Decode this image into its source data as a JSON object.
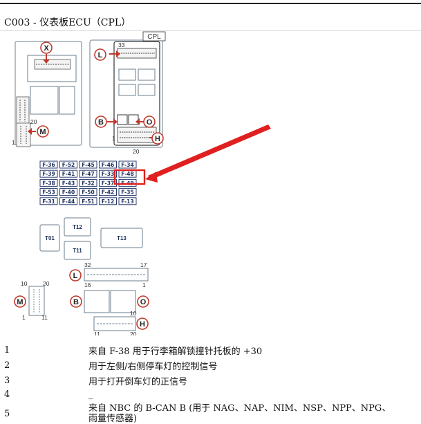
{
  "title": "C003 - 仪表板ECU（CPL）",
  "diagram": {
    "box_label": "CPL",
    "callouts": {
      "x": "X",
      "l": "L",
      "m": "M",
      "b": "B",
      "o": "O",
      "h": "H"
    },
    "pin_labels": {
      "top_33": "33",
      "left_20": "20",
      "left_1": "1",
      "h_1": "1",
      "h_20": "20",
      "l_32": "32",
      "l_17": "17",
      "l_16": "16",
      "l_1": "1",
      "m_10": "10",
      "m_20": "20",
      "m_1": "1",
      "m_11": "11",
      "h2_10": "10",
      "h2_11": "11",
      "h2_20": "20"
    },
    "fuses": [
      [
        "F-36",
        "F-52",
        "F-45",
        "F-46",
        "F-34"
      ],
      [
        "F-39",
        "F-41",
        "F-47",
        "F-33",
        "F-48"
      ],
      [
        "F-38",
        "F-43",
        "F-32",
        "F-37",
        "F-49"
      ],
      [
        "F-53",
        "F-40",
        "F-50",
        "F-42",
        "F-35"
      ],
      [
        "F-31",
        "F-44",
        "F-51",
        "F-12",
        "F-13"
      ]
    ],
    "highlighted_fuse": "F-48",
    "relays": {
      "t01": "T01",
      "t12": "T12",
      "t11": "T11",
      "t13": "T13"
    },
    "colors": {
      "highlight": "#e02020",
      "fuse_text": "#1e2f5c",
      "outline": "#6b7d8c"
    }
  },
  "pins": [
    {
      "number": "1",
      "text": "来自  F-38 用于行李箱解锁撞针托板的  +30"
    },
    {
      "number": "2",
      "text": "用于左侧/右侧停车灯的控制信号"
    },
    {
      "number": "3",
      "text": "用于打开倒车灯的正信号"
    },
    {
      "number": "4",
      "text": "_"
    },
    {
      "number": "5",
      "text": "来自  NBC 的  B-CAN B (用于  NAG、NAP、NIM、NSP、NPP、NPG、"
    },
    {
      "number": "",
      "text": "雨量传感器)"
    }
  ]
}
